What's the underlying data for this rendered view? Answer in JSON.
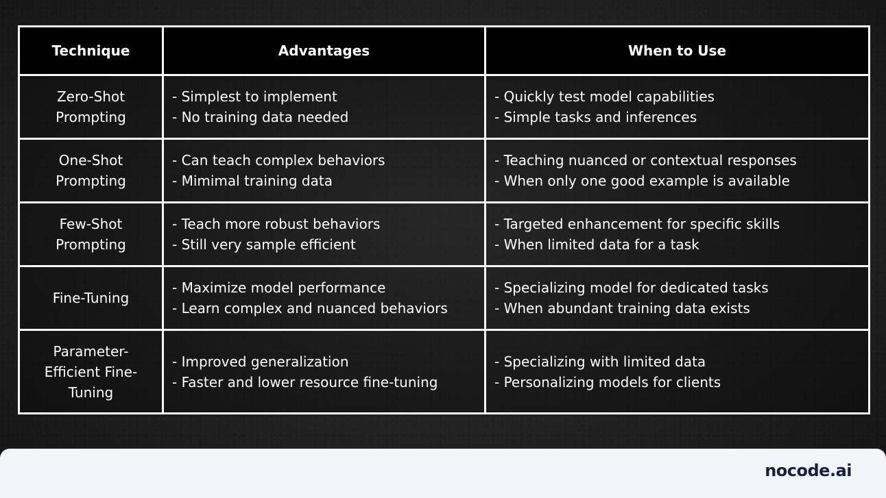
{
  "table": {
    "headers": [
      "Technique",
      "Advantages",
      "When to Use"
    ],
    "rows": [
      {
        "technique": "Zero-Shot Prompting",
        "advantages": [
          "- Simplest to implement",
          "- No training data needed"
        ],
        "when_to_use": [
          "- Quickly test model capabilities",
          "- Simple tasks and inferences"
        ]
      },
      {
        "technique": "One-Shot Prompting",
        "advantages": [
          "- Can teach complex behaviors",
          "- Mimimal training data"
        ],
        "when_to_use": [
          "- Teaching nuanced or contextual responses",
          "- When only one good example is available"
        ]
      },
      {
        "technique": "Few-Shot Prompting",
        "advantages": [
          "- Teach more robust behaviors",
          "- Still very sample efficient"
        ],
        "when_to_use": [
          "- Targeted enhancement for specific skills",
          "- When limited data for a task"
        ]
      },
      {
        "technique": "Fine-Tuning",
        "advantages": [
          "- Maximize model performance",
          "- Learn complex and nuanced behaviors"
        ],
        "when_to_use": [
          "- Specializing model for dedicated tasks",
          "- When abundant training data exists"
        ]
      },
      {
        "technique": "Parameter-Efficient Fine-Tuning",
        "advantages": [
          "- Improved generalization",
          "- Faster and lower resource fine-tuning"
        ],
        "when_to_use": [
          "- Specializing with limited data",
          "- Personalizing models for clients"
        ]
      }
    ]
  },
  "footer": {
    "brand": "nocode.ai"
  },
  "colors": {
    "border": "#ffffff",
    "header_bg": "#000000",
    "footer_bg": "#f4f5fb",
    "brand_text": "#14213d"
  }
}
